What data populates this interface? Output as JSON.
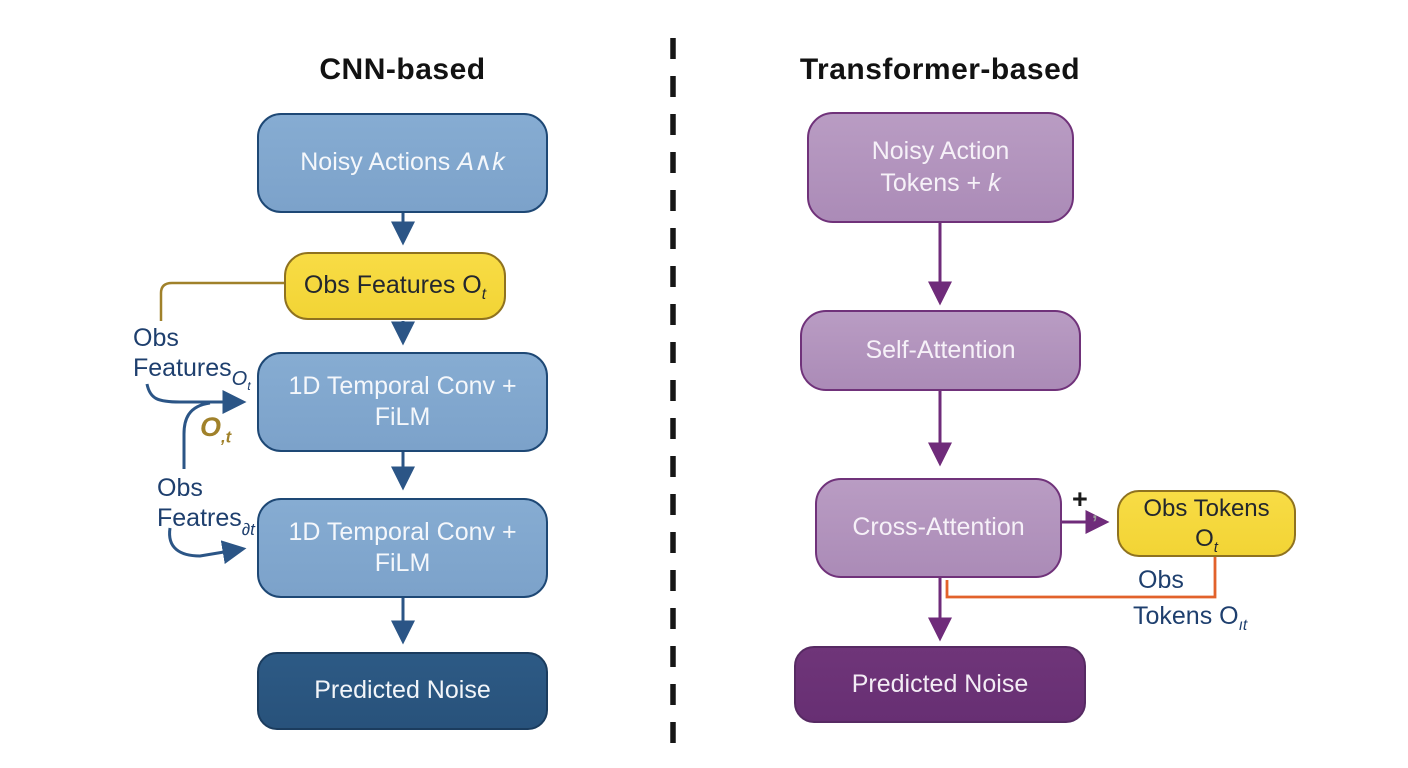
{
  "titles": {
    "left": "CNN-based",
    "right": "Transformer-based"
  },
  "left_column": {
    "noisy_actions": {
      "text": "Noisy Actions ",
      "math": "A∧k"
    },
    "obs_features_box": {
      "text": "Obs Features O",
      "sub": "t"
    },
    "film_box_1": {
      "text": "1D Temporal Conv + FiLM"
    },
    "film_box_2": {
      "text": "1D Temporal Conv + FiLM"
    },
    "predicted_noise": {
      "text": "Predicted Noise"
    },
    "label_obs_features_upper": {
      "line1": "Obs",
      "line2": "Features",
      "math": "O",
      "sub": "t"
    },
    "label_ot_olive": {
      "text": "O",
      "sub": ",t"
    },
    "label_obs_features_lower": {
      "line1": "Obs",
      "line2": "Featres",
      "sub": "∂t"
    }
  },
  "right_column": {
    "noisy_action_tokens": {
      "line1": "Noisy Action",
      "line2": "Tokens + ",
      "math": "k"
    },
    "self_attention": {
      "text": "Self-Attention"
    },
    "cross_attention": {
      "text": "Cross-Attention"
    },
    "obs_tokens_box": {
      "text": "Obs Tokens O",
      "sub": "t"
    },
    "predicted_noise": {
      "text": "Predicted Noise"
    },
    "plus_sign": "+",
    "label_obs_tokens": {
      "line1": "Obs",
      "line2": "Tokens O",
      "sub": "ıt"
    }
  },
  "colors": {
    "box_blue_fill": "#7fa6ce",
    "box_blue_border": "#1e4875",
    "box_dark_blue": "#2a567f",
    "box_yellow_fill": "#f6d93e",
    "box_yellow_border": "#8f721f",
    "box_purple_light": "#b294bd",
    "box_purple_border": "#70327a",
    "box_purple_dark": "#6b3377",
    "arrow_blue": "#2b5586",
    "arrow_purple": "#6f2b7a",
    "line_orange": "#e2622b",
    "line_olive": "#a0812a",
    "label_navy": "#1e3f6e",
    "divider_black": "#161616",
    "background": "#ffffff"
  }
}
